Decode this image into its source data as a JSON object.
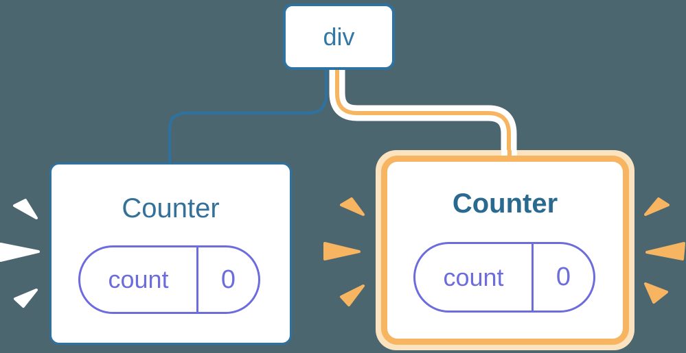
{
  "tree": {
    "root": {
      "label": "div"
    },
    "children": [
      {
        "title": "Counter",
        "state": {
          "key": "count",
          "value": "0"
        },
        "highlighted": false
      },
      {
        "title": "Counter",
        "state": {
          "key": "count",
          "value": "0"
        },
        "highlighted": true
      }
    ]
  },
  "colors": {
    "canvas_bg": "#4C6670",
    "node_blue": "#2E72A1",
    "text_blue": "#3578A5",
    "title_blue": "#33719B",
    "title_blue_bold": "#2A6A90",
    "state_indigo": "#6C6CDC",
    "highlight_orange": "#F7B561",
    "highlight_pale": "#FAE3BE",
    "card_bg": "#FFFFFF"
  }
}
